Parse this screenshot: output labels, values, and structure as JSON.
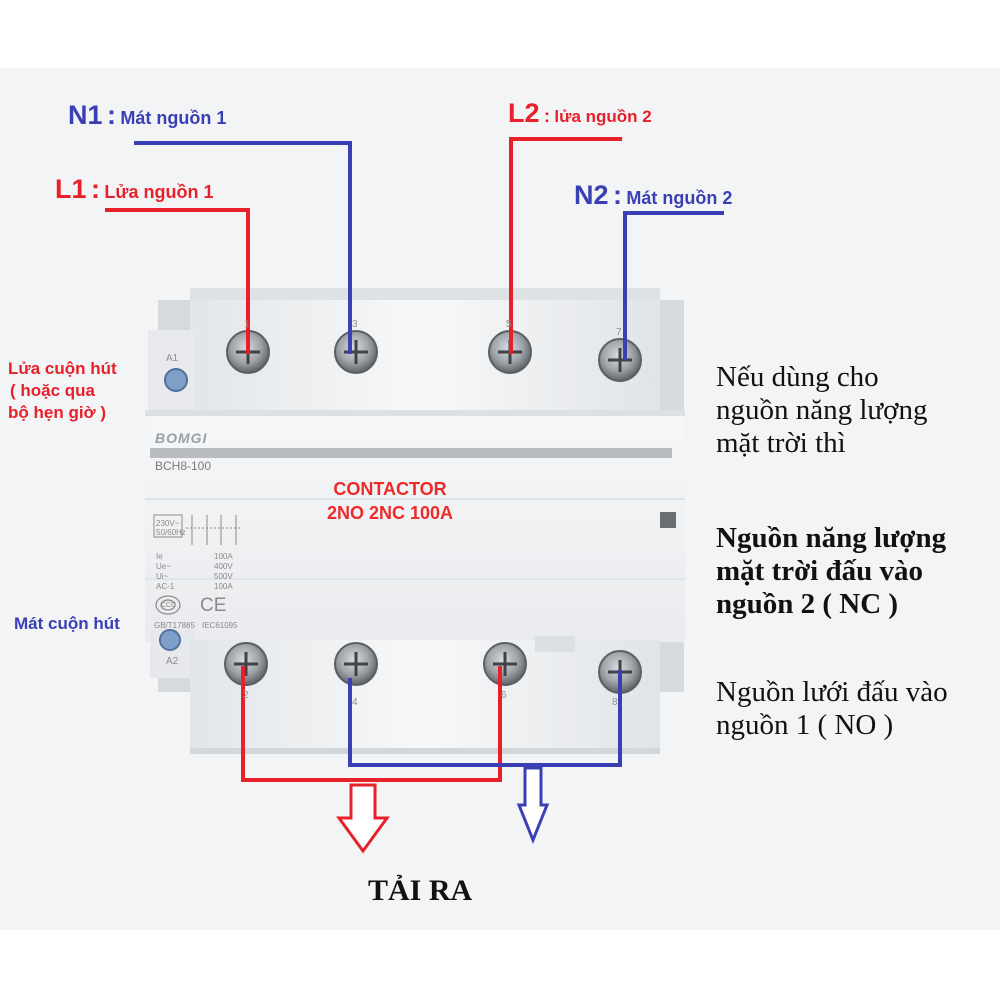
{
  "colors": {
    "live": "#e8202a",
    "neutral": "#3a3fb4",
    "housing": "#eceef0",
    "text": "#111111"
  },
  "labels": {
    "n1": {
      "code": "N1",
      "sep": ":",
      "desc": "Mát nguồn 1"
    },
    "l1": {
      "code": "L1",
      "sep": ":",
      "desc": "Lửa nguồn 1"
    },
    "l2": {
      "code": "L2",
      "sep": ":",
      "desc": "lửa nguồn 2"
    },
    "n2": {
      "code": "N2",
      "sep": ":",
      "desc": "Mát nguồn 2"
    },
    "coil_live": [
      "Lửa cuộn hút",
      "( hoặc qua",
      "bộ hẹn giờ )"
    ],
    "coil_neutral": "Mát cuộn hút",
    "load": "TẢI RA"
  },
  "product": {
    "line1": "CONTACTOR",
    "line2": "2NO 2NC 100A",
    "brand": "BOMGI",
    "model": "BCH8-100",
    "coil_a1": "A1",
    "coil_a2": "A2",
    "top_terminals": [
      "1",
      "3",
      "5",
      "7"
    ],
    "bottom_terminals": [
      "2",
      "4",
      "6",
      "8"
    ],
    "specs": [
      "Ie",
      "Ue~",
      "Ui~",
      "AC-1"
    ],
    "spec_values": [
      "100A",
      "400V",
      "500V",
      "100A"
    ],
    "coil_rating": [
      "230V~",
      "50/60Hz"
    ],
    "standards": [
      "GB/T17885",
      "IEC61095"
    ],
    "marks": [
      "CCC",
      "CE"
    ]
  },
  "notes": {
    "intro": [
      "Nếu dùng cho",
      "nguồn năng lượng",
      "mặt trời thì"
    ],
    "solar": [
      "Nguồn năng lượng",
      "mặt trời đấu vào",
      "nguồn 2 ( NC )"
    ],
    "grid": [
      "Nguồn lưới đấu vào",
      "nguồn 1 ( NO )"
    ]
  }
}
